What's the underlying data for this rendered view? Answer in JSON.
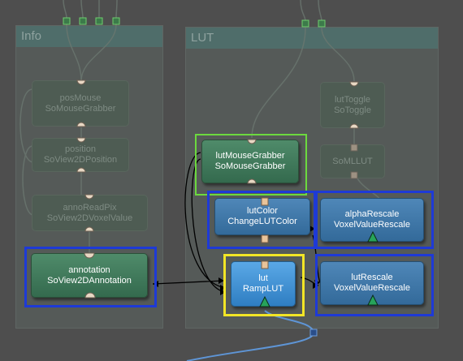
{
  "groups": {
    "info": {
      "title": "Info"
    },
    "lut": {
      "title": "LUT"
    }
  },
  "modules": {
    "posMouse": {
      "name": "posMouse",
      "type": "SoMouseGrabber"
    },
    "position": {
      "name": "position",
      "type": "SoView2DPosition"
    },
    "annoReadPix": {
      "name": "annoReadPix",
      "type": "SoView2DVoxelValue"
    },
    "annotation": {
      "name": "annotation",
      "type": "SoView2DAnnotation"
    },
    "lutToggle": {
      "name": "lutToggle",
      "type": "SoToggle"
    },
    "soMLLUT": {
      "name": "SoMLLUT"
    },
    "lutMouseGrabber": {
      "name": "lutMouseGrabber",
      "type": "SoMouseGrabber"
    },
    "lutColor": {
      "name": "lutColor",
      "type": "ChangeLUTColor"
    },
    "alphaRescale": {
      "name": "alphaRescale",
      "type": "VoxelValueRescale"
    },
    "lut": {
      "name": "lut",
      "type": "RampLUT"
    },
    "lutRescale": {
      "name": "lutRescale",
      "type": "VoxelValueRescale"
    }
  },
  "colors": {
    "canvas": "#4e4e4e",
    "selection_blue": "#1e3ad6",
    "selection_green": "#6cd93e",
    "selection_yellow": "#f2e526",
    "connector_blue": "#5e95d6"
  }
}
